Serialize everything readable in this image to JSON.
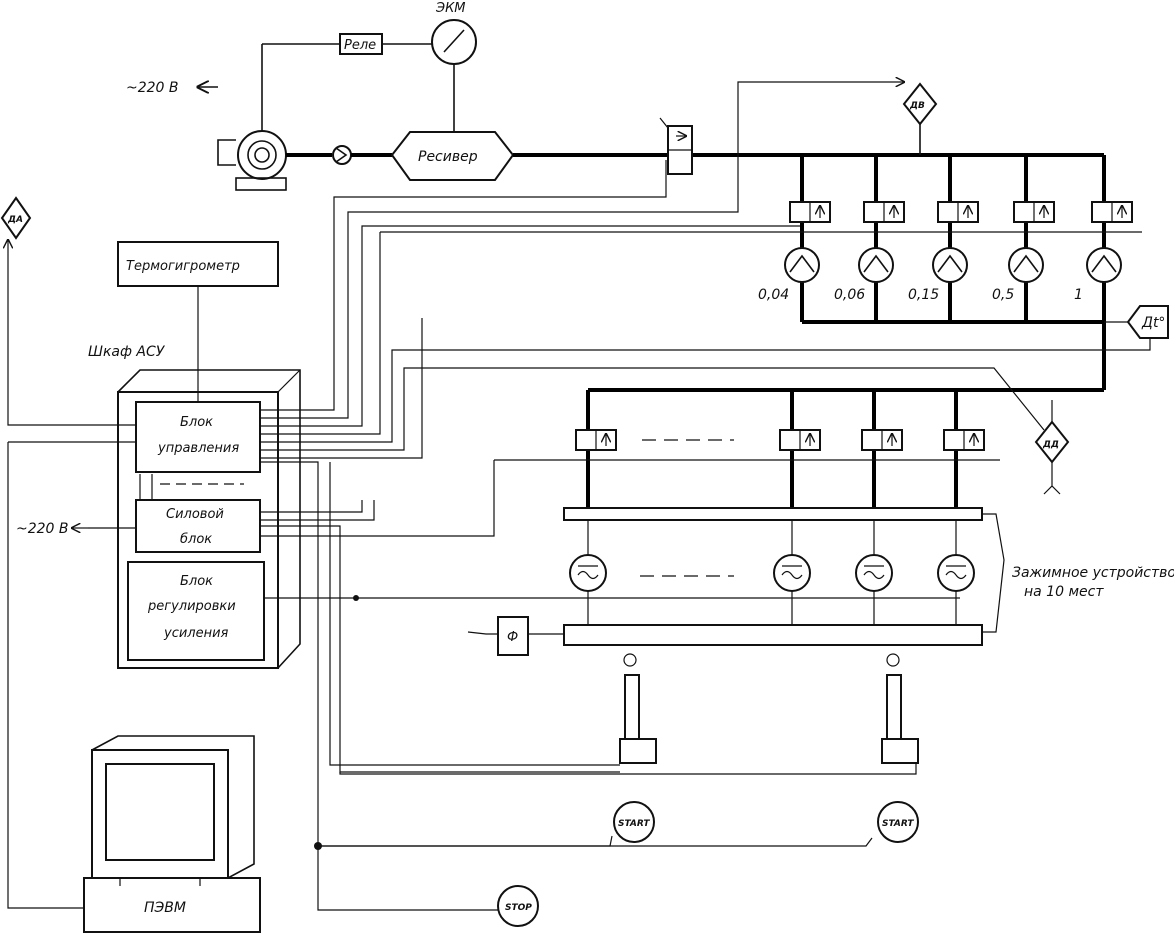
{
  "labels": {
    "ekm": "ЭКМ",
    "rele": "Реле",
    "voltage_top": "~220  В",
    "voltage_mid": "~220  В",
    "resiver": "Ресивер",
    "dv": "ДВ",
    "da": "ДА",
    "dt": "Дt°",
    "dd": "ДД",
    "termogigrometr": "Термогигрометр",
    "shkaf_asu": "Шкаф АСУ",
    "blok_upr_1": "Блок",
    "blok_upr_2": "управления",
    "silovoy_1": "Силовой",
    "silovoy_2": "блок",
    "blok_reg_1": "Блок",
    "blok_reg_2": "регулировки",
    "blok_reg_3": "усиления",
    "zazhim_1": "Зажимное устройство",
    "zazhim_2": "на 10 мест",
    "filter": "Ф",
    "pc": "ПЭВМ",
    "start_1": "START",
    "start_2": "START",
    "stop": "STOP"
  },
  "regulators": [
    "0,04",
    "0,06",
    "0,15",
    "0,5",
    "1"
  ],
  "colors": {
    "line": "#111111",
    "background": "#ffffff"
  }
}
